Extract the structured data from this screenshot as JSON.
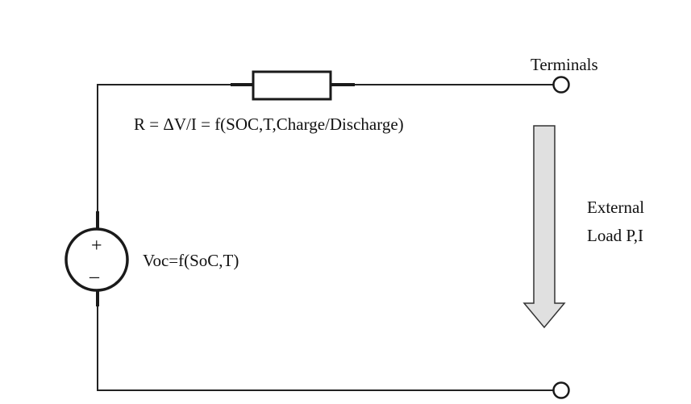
{
  "diagram": {
    "terminals_label": "Terminals",
    "resistor_equation": "R = ΔV/I = f(SOC,T,Charge/Discharge)",
    "voltage_source_label": "Voc=f(SoC,T)",
    "source_plus": "+",
    "source_minus": "–",
    "load_label_line1": "External",
    "load_label_line2": "Load P,I",
    "colors": {
      "wire": "#222222",
      "arrow_fill": "#e0e0e0",
      "arrow_stroke": "#333333"
    }
  }
}
